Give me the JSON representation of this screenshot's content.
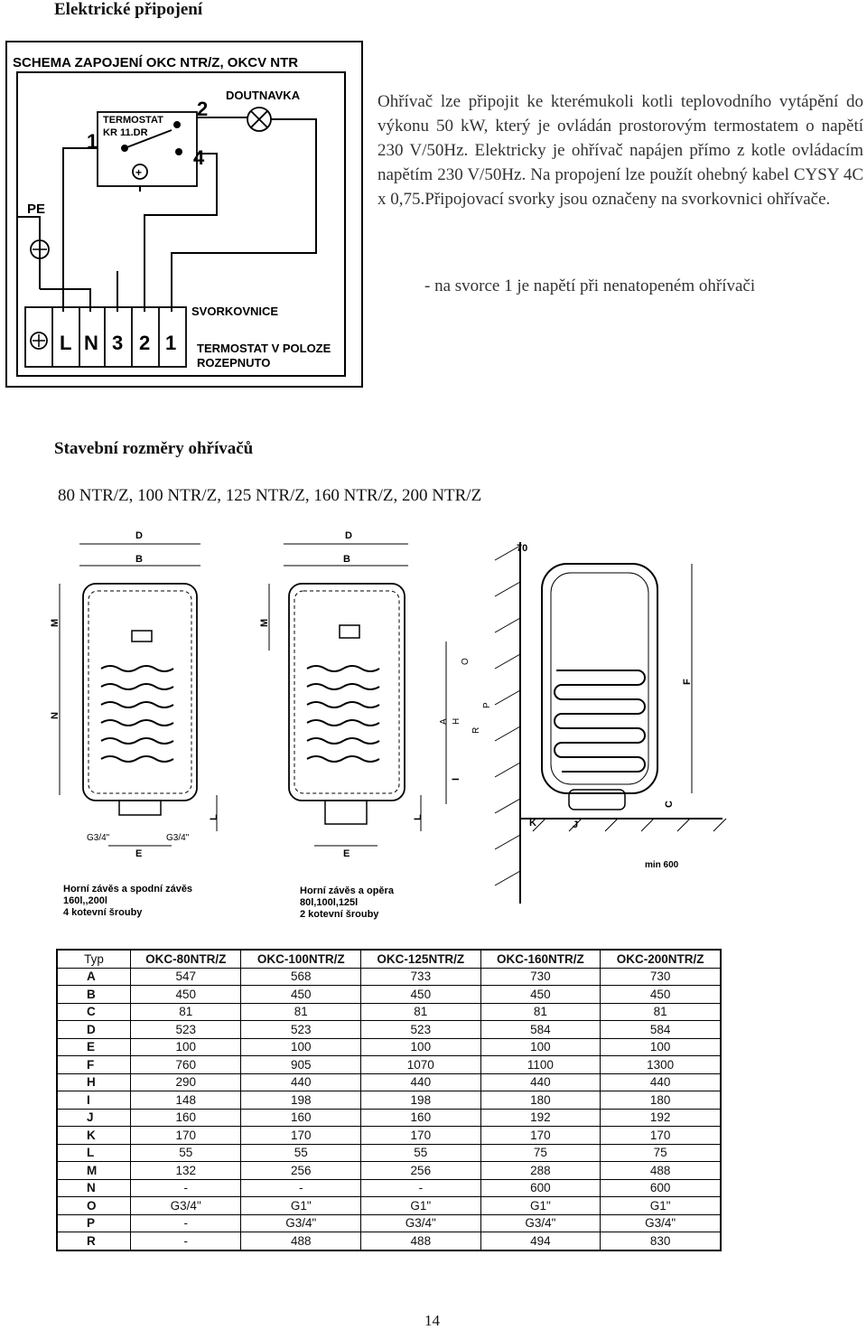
{
  "heading_electric": "Elektrické připojení",
  "schema": {
    "title": "SCHEMA ZAPOJENÍ OKC NTR/Z, OKCV NTR",
    "doutnavka": "DOUTNAVKA",
    "termostat_line1": "TERMOSTAT",
    "termostat_line2": "KR 11.DR",
    "pe": "PE",
    "svorkovnice": "SVORKOVNICE",
    "termostat_state_line1": "TERMOSTAT V POLOZE",
    "termostat_state_line2": "ROZEPNUTO",
    "num_1": "1",
    "num_2": "2",
    "num_4": "4",
    "terminals": [
      "L",
      "N",
      "3",
      "2",
      "1"
    ]
  },
  "paragraph": "Ohřívač lze připojit ke kterémukoli kotli teplovodního vytápění do výkonu 50 kW, který je ovládán prostorovým termostatem o napětí 230 V/50Hz. Elektricky je ohřívač napájen přímo z kotle ovládacím napětím 230 V/50Hz. Na propojení lze použít ohebný kabel CYSY 4C x 0,75.Připojovací svorky jsou označeny na svorkovnici ohřívače.",
  "note": "- na svorce 1 je napětí při nenatopeném ohřívači",
  "heading_dimensions": "Stavební rozměry ohřívačů",
  "sizes_line": "80 NTR/Z,  100 NTR/Z,  125 NTR/Z,  160 NTR/Z,  200 NTR/Z",
  "drawings": {
    "label_D": "D",
    "label_B": "B",
    "label_M": "M",
    "label_N": "N",
    "label_L": "L",
    "label_E": "E",
    "label_G34": "G3/4\"",
    "label_70": "70",
    "label_F": "F",
    "label_C": "C",
    "label_K": "K",
    "label_J": "J",
    "label_A": "A",
    "label_H": "H",
    "label_I": "I",
    "label_O": "O",
    "label_P": "P",
    "label_R": "R",
    "min600": "min 600",
    "caption_left_1": "Horní závěs a spodní závěs",
    "caption_left_2": "160l,,200l",
    "caption_left_3": "4 kotevní šrouby",
    "caption_mid_1": "Horní závěs a opěra",
    "caption_mid_2": "80l,100l,125l",
    "caption_mid_3": "2 kotevní šrouby"
  },
  "table": {
    "header": [
      "Typ",
      "OKC-80NTR/Z",
      "OKC-100NTR/Z",
      "OKC-125NTR/Z",
      "OKC-160NTR/Z",
      "OKC-200NTR/Z"
    ],
    "rows": [
      [
        "A",
        "547",
        "568",
        "733",
        "730",
        "730"
      ],
      [
        "B",
        "450",
        "450",
        "450",
        "450",
        "450"
      ],
      [
        "C",
        "81",
        "81",
        "81",
        "81",
        "81"
      ],
      [
        "D",
        "523",
        "523",
        "523",
        "584",
        "584"
      ],
      [
        "E",
        "100",
        "100",
        "100",
        "100",
        "100"
      ],
      [
        "F",
        "760",
        "905",
        "1070",
        "1100",
        "1300"
      ],
      [
        "H",
        "290",
        "440",
        "440",
        "440",
        "440"
      ],
      [
        "I",
        "148",
        "198",
        "198",
        "180",
        "180"
      ],
      [
        "J",
        "160",
        "160",
        "160",
        "192",
        "192"
      ],
      [
        "K",
        "170",
        "170",
        "170",
        "170",
        "170"
      ],
      [
        "L",
        "55",
        "55",
        "55",
        "75",
        "75"
      ],
      [
        "M",
        "132",
        "256",
        "256",
        "288",
        "488"
      ],
      [
        "N",
        "-",
        "-",
        "-",
        "600",
        "600"
      ],
      [
        "O",
        "G3/4\"",
        "G1\"",
        "G1\"",
        "G1\"",
        "G1\""
      ],
      [
        "P",
        "-",
        "G3/4\"",
        "G3/4\"",
        "G3/4\"",
        "G3/4\""
      ],
      [
        "R",
        "-",
        "488",
        "488",
        "494",
        "830"
      ]
    ]
  },
  "page_number": "14"
}
